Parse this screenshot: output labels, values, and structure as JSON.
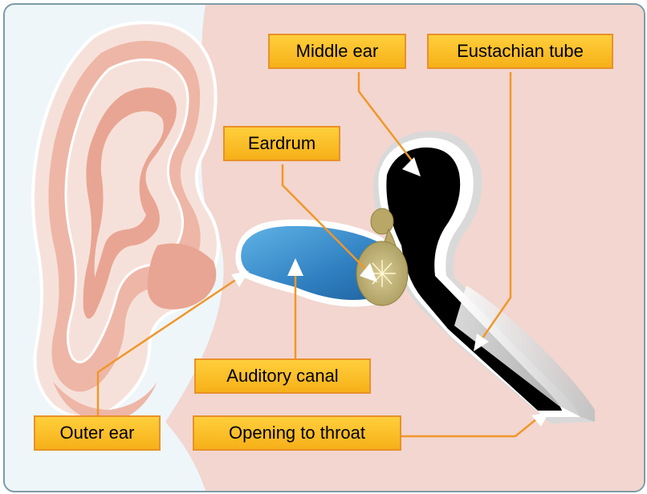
{
  "labels": {
    "middle_ear": "Middle ear",
    "eustachian_tube": "Eustachian tube",
    "eardrum": "Eardrum",
    "auditory_canal": "Auditory canal",
    "outer_ear": "Outer ear",
    "opening_to_throat": "Opening to throat"
  },
  "colors": {
    "skin_background": "#f2d6cf",
    "sky_background": "#eef6fa",
    "ear_pink": "#e9a593",
    "canal_blue": "#3a89c8",
    "cavity_black": "#000000",
    "eardrum_olive": "#c2b27a",
    "label_fill": "#f6b018",
    "leader_line": "#f0972a",
    "frame_border": "#7f9aa8"
  }
}
